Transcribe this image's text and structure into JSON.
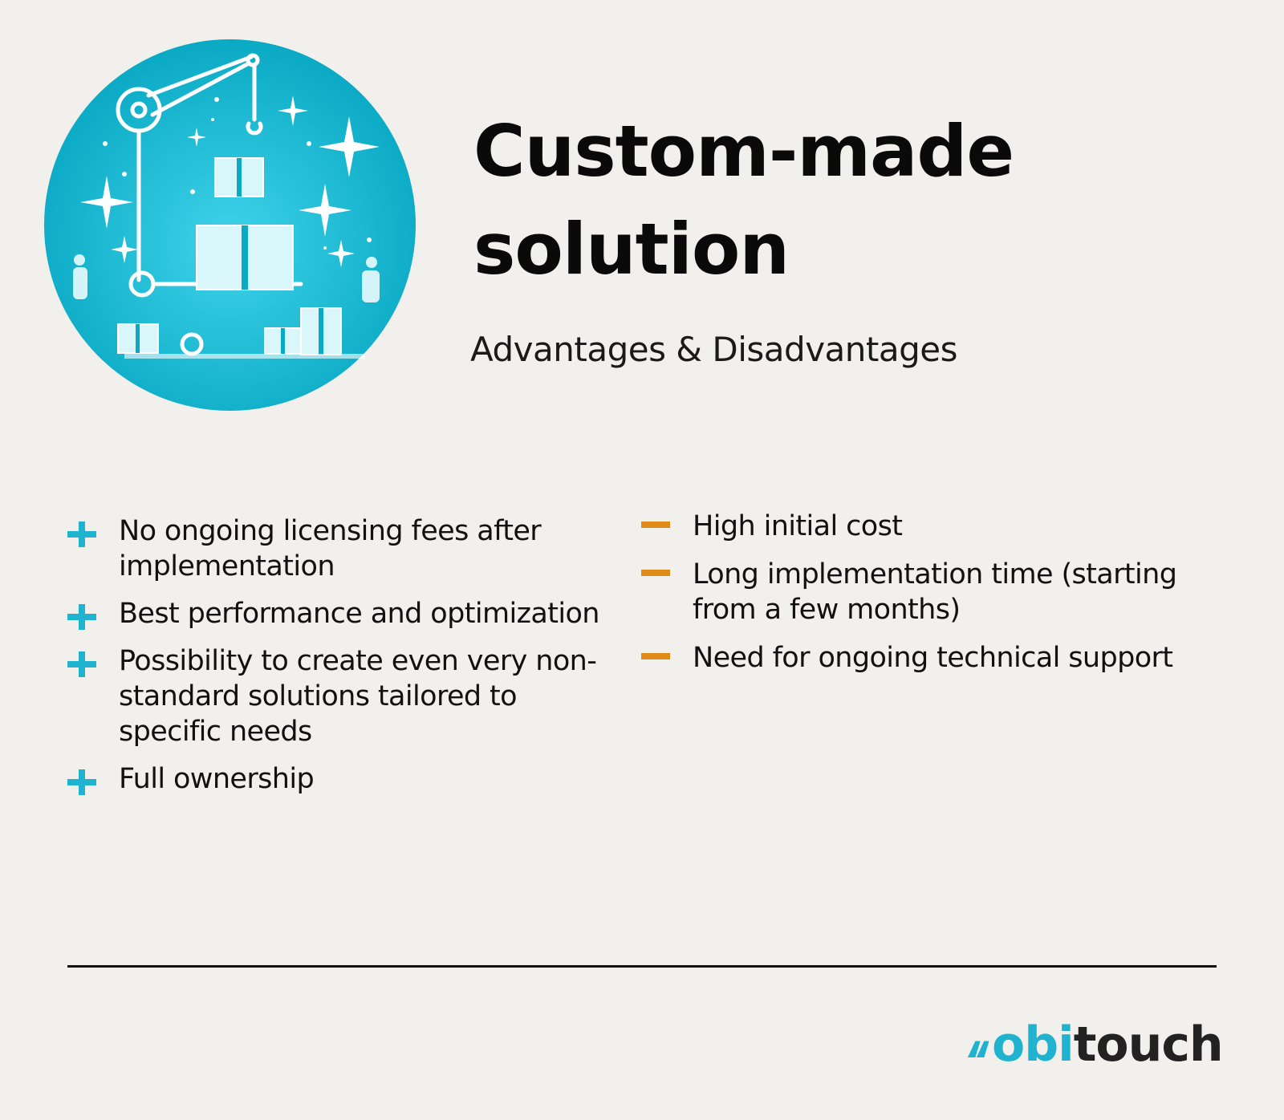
{
  "header": {
    "title_line1": "Custom-made",
    "title_line2": "solution",
    "subtitle": "Advantages & Disadvantages"
  },
  "illustration": {
    "icon": "crane-gift-boxes-illustration",
    "background_color": "#0fb5cf"
  },
  "advantages": [
    "No ongoing licensing fees after implementation",
    "Best performance and optimization",
    "Possibility to create even very non-standard solutions tailored to specific needs",
    "Full ownership"
  ],
  "disadvantages": [
    "High initial cost",
    "Long implementation time (starting from a few months)",
    "Need for ongoing technical support"
  ],
  "logo": {
    "part1": "obi",
    "part2": "touch",
    "accent_color": "#1fb3cf",
    "text_color": "#222222"
  },
  "colors": {
    "plus": "#1fb3cf",
    "minus": "#e08a17",
    "background": "#f2f0ec"
  }
}
